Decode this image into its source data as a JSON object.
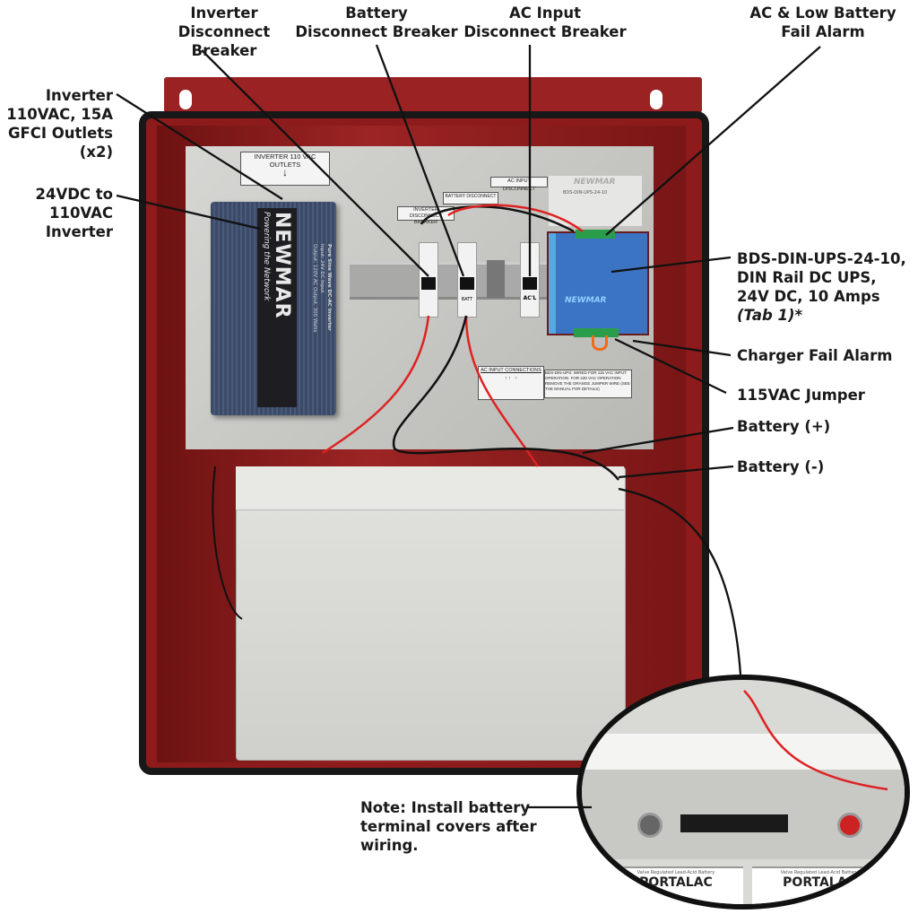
{
  "callouts": {
    "inverter_breaker": [
      "Inverter",
      "Disconnect Breaker"
    ],
    "battery_breaker": [
      "Battery",
      "Disconnect Breaker"
    ],
    "ac_input_breaker": [
      "AC Input",
      "Disconnect Breaker"
    ],
    "fail_alarm": [
      "AC & Low Battery",
      "Fail Alarm"
    ],
    "gfci_outlets": [
      "Inverter",
      "110VAC, 15A",
      "GFCI Outlets",
      "(x2)"
    ],
    "inverter": [
      "24VDC to",
      "110VAC",
      "Inverter"
    ],
    "ups": [
      "BDS-DIN-UPS-24-10,",
      "DIN Rail DC UPS,",
      "24V DC, 10 Amps",
      "(Tab 1)*"
    ],
    "charger_fail": "Charger Fail Alarm",
    "jumper": "115VAC Jumper",
    "battery_pos": "Battery (+)",
    "battery_neg": "Battery (-)",
    "note": [
      "Note: Install battery",
      "terminal covers after",
      "wiring."
    ]
  },
  "panel_labels": {
    "outlets": [
      "INVERTER 110 VAC",
      "OUTLETS"
    ],
    "ac_input_disconnect": "AC INPUT DISCONNECT",
    "inverter_disconnect": [
      "INVERTER",
      "DISCONNECT BREAKER"
    ],
    "battery_disconnect": "BATTERY DISCONNECT",
    "ac_input_connections": "AC INPUT CONNECTIONS",
    "ups_note": "BDS-DIN-UPS: WIRED FOR 115 VAC INPUT OPERATION. FOR 230 VAC OPERATION REMOVE THE ORANGE JUMPER WIRE (SEE THE MANUAL FOR DETAILS)",
    "breaker_ac": "AC'L",
    "breaker_batt": "BATT"
  },
  "inverter_unit": {
    "brand": "NEWMAR",
    "tagline": "Powering the Network",
    "specs": [
      "Pure Sine Wave DC-AC Inverter",
      "Input: 24V DC Input",
      "Output: 120V AC Output, 300 Watts"
    ]
  },
  "ups_unit": {
    "brand": "NEWMAR",
    "model": "BDS-DIN-UPS-24-10"
  },
  "battery_inset": {
    "label": "Valve Regulated Lead-Acid Battery",
    "brand": "PORTALAC"
  },
  "colors": {
    "enclosure": "#8e1b1b",
    "panel": "#c9c9c6",
    "inverter": "#3b4a66",
    "ups": "#3c74c4",
    "battery": "#d8d8d4"
  }
}
